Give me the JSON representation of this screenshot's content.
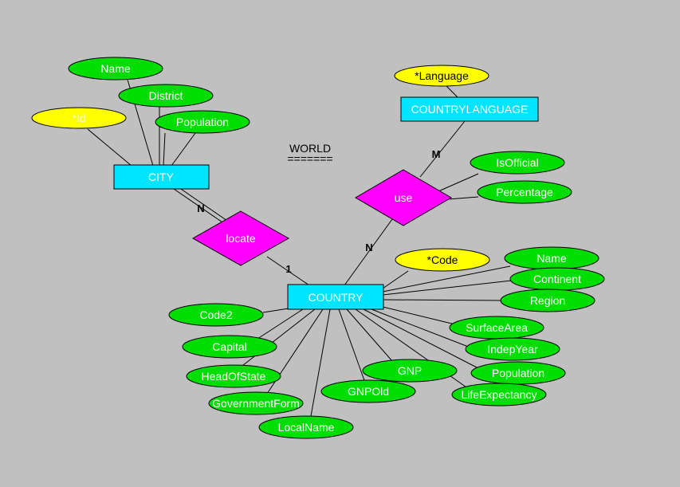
{
  "title": "WORLD",
  "title_underline": "=======",
  "colors": {
    "background": "#c0c0c0",
    "entity": "#00e5ff",
    "relationship": "#ff00ff",
    "attribute": "#00dd00",
    "key_attribute": "#ffff00"
  },
  "entities": {
    "city": "CITY",
    "country": "COUNTRY",
    "countrylanguage": "COUNTRYLANGUAGE"
  },
  "relationships": {
    "locate": "locate",
    "use": "use"
  },
  "cardinalities": {
    "city_locate": "N",
    "locate_country": "1",
    "country_use": "N",
    "use_language": "M"
  },
  "city_attributes": {
    "id": "*Id",
    "name": "Name",
    "district": "District",
    "population": "Population"
  },
  "language_attributes": {
    "language": "*Language"
  },
  "use_attributes": {
    "isofficial": "IsOfficial",
    "percentage": "Percentage"
  },
  "country_attributes": {
    "code": "*Code",
    "name": "Name",
    "continent": "Continent",
    "region": "Region",
    "surfacearea": "SurfaceArea",
    "indepyear": "IndepYear",
    "population": "Population",
    "lifeexpectancy": "LifeExpectancy",
    "gnp": "GNP",
    "gnpold": "GNPOld",
    "localname": "LocalName",
    "governmentform": "GovernmentForm",
    "headofstate": "HeadOfState",
    "capital": "Capital",
    "code2": "Code2"
  }
}
